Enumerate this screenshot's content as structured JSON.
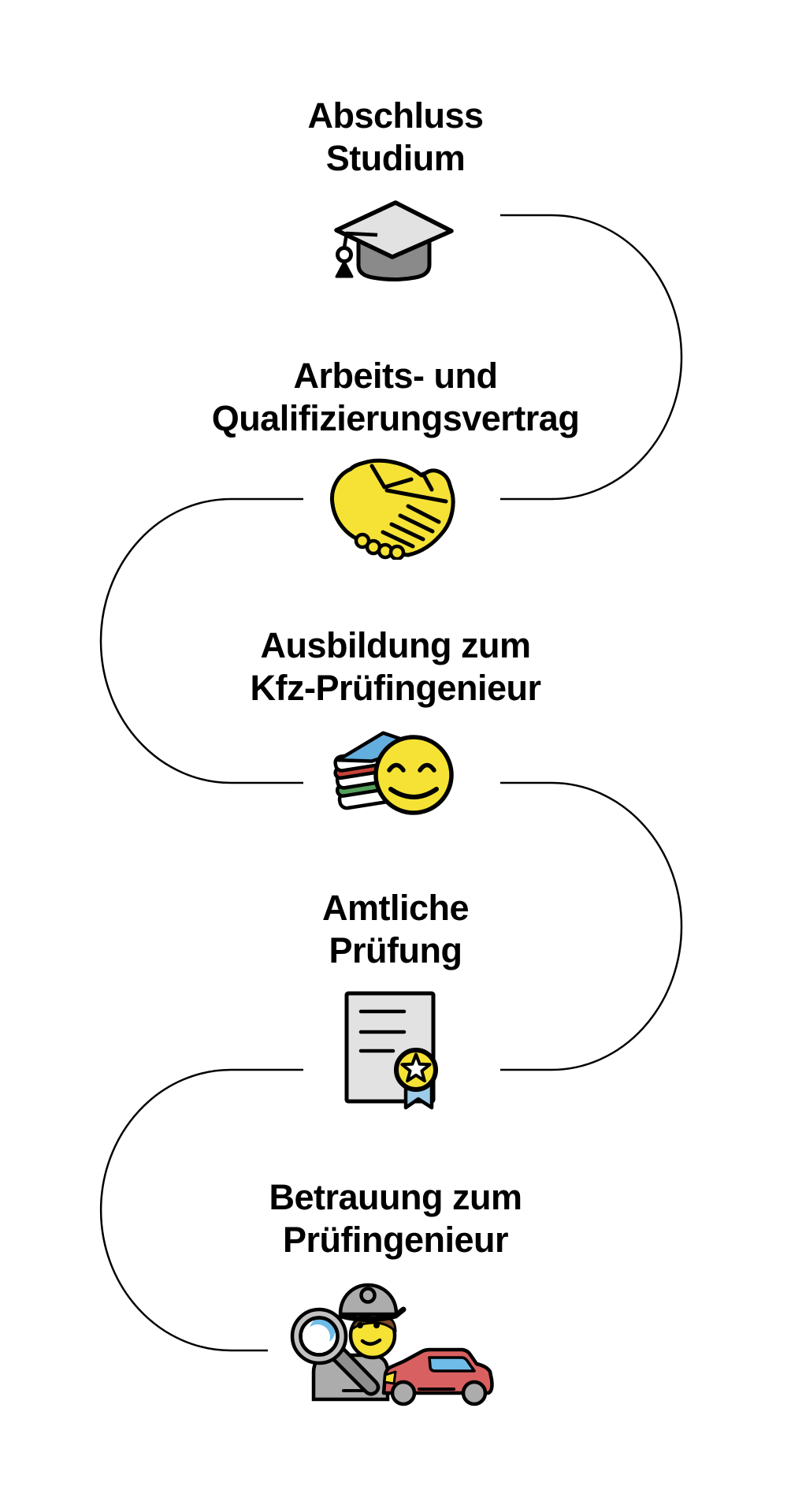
{
  "diagram": {
    "background": "#ffffff",
    "connector_color": "#000000",
    "title_color": "#000000",
    "palette": {
      "yellow": "#F5E235",
      "light_gray": "#E2E2E2",
      "dark_gray": "#8A8A8A",
      "mid_gray": "#ACACAC",
      "handle_gray": "#8F8F8F",
      "ring_gray": "#C2C2C2",
      "sky_blue": "#6FBCE8",
      "ribbon_blue": "#9DCBEA",
      "car_red": "#D96060",
      "book_blue": "#64AEDE",
      "book_red": "#C84138",
      "book_green": "#55A05A",
      "hair_brown": "#7C4A28",
      "outline": "#000000",
      "white": "#FFFFFF"
    },
    "steps": [
      {
        "id": 1,
        "title_line1": "Abschluss",
        "title_line2": "Studium",
        "icon": "graduation-cap"
      },
      {
        "id": 2,
        "title_line1": "Arbeits- und",
        "title_line2": "Qualifizierungsvertrag",
        "icon": "handshake"
      },
      {
        "id": 3,
        "title_line1": "Ausbildung zum",
        "title_line2": "Kfz-Prüfingenieur",
        "icon": "books-and-smiley"
      },
      {
        "id": 4,
        "title_line1": "Amtliche",
        "title_line2": "Prüfung",
        "icon": "certificate-with-badge"
      },
      {
        "id": 5,
        "title_line1": "Betrauung zum",
        "title_line2": "Prüfingenieur",
        "icon": "inspector-with-car"
      }
    ]
  }
}
